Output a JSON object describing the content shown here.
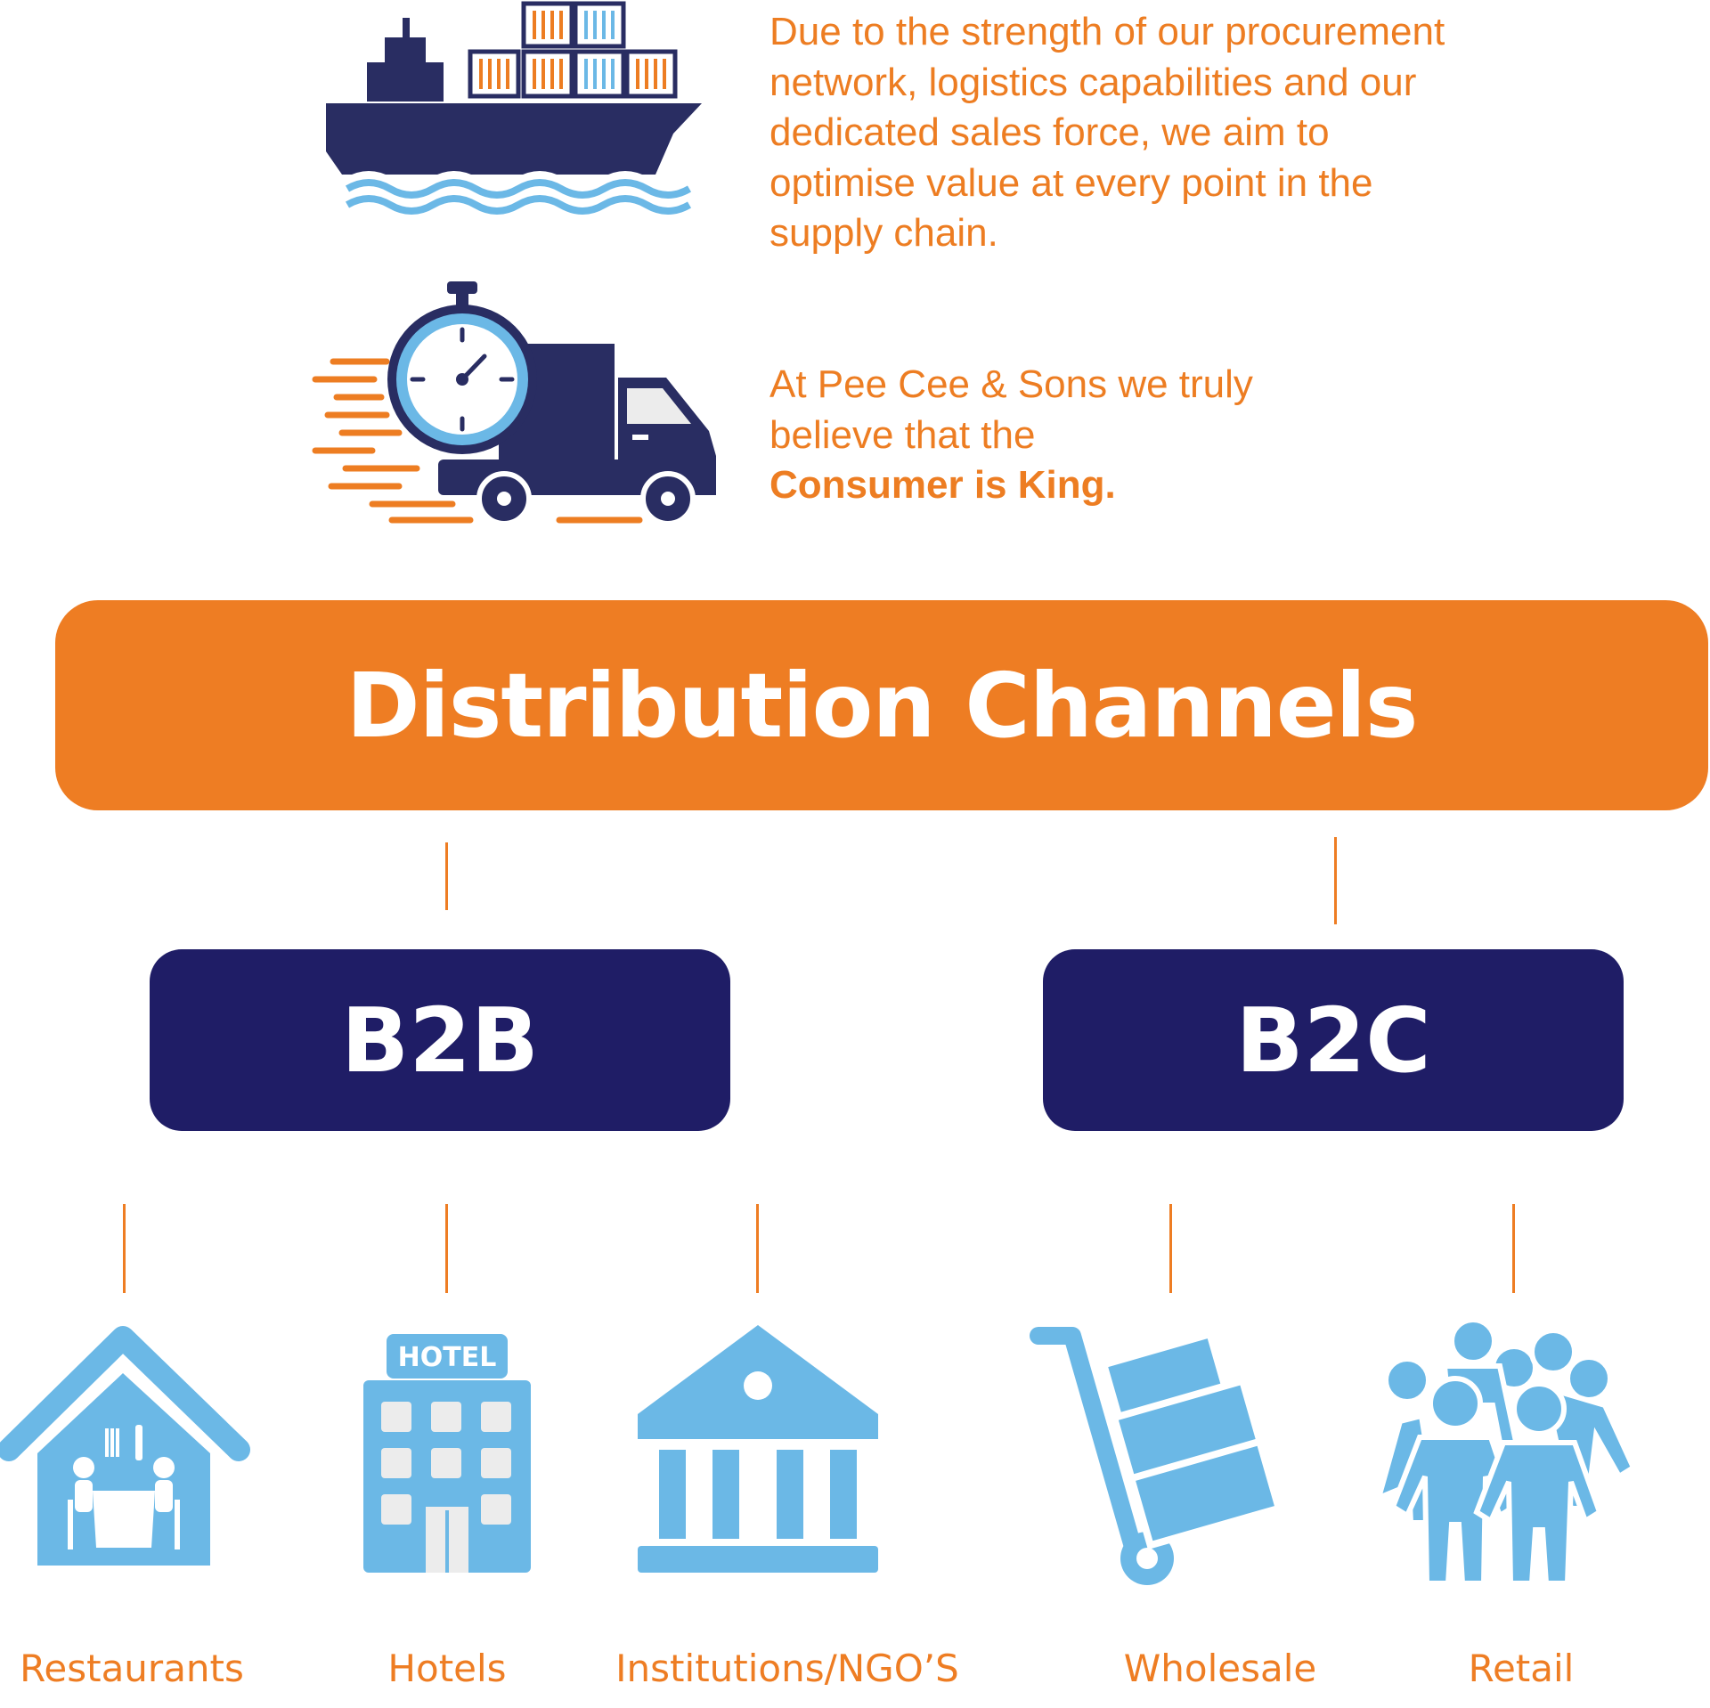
{
  "intro": {
    "paragraph1": "Due to the strength of our procurement network, logistics capabilities and our dedicated sales force, we aim to optimise value at every point in the supply chain.",
    "paragraph2_lines": [
      "At Pee Cee & Sons we truly",
      "believe that the"
    ],
    "paragraph2_emphasis": "Consumer is King."
  },
  "diagram": {
    "root": "Distribution Channels",
    "branches": [
      {
        "label": "B2B",
        "children": [
          {
            "label": "Restaurants",
            "icon": "restaurant-house-icon"
          },
          {
            "label": "Hotels",
            "icon": "hotel-building-icon",
            "sign": "HOTEL"
          },
          {
            "label": "Institutions/NGO’S",
            "icon": "institution-building-icon"
          }
        ]
      },
      {
        "label": "B2C",
        "children": [
          {
            "label": "Wholesale",
            "icon": "hand-truck-icon"
          },
          {
            "label": "Retail",
            "icon": "crowd-people-icon"
          }
        ]
      }
    ]
  },
  "illustrations": [
    "cargo-ship-icon",
    "delivery-truck-clock-icon"
  ],
  "colors": {
    "orange": "#ee7d23",
    "navy": "#1f1d66",
    "ship_navy": "#292d62",
    "light_blue": "#6bb8e6"
  }
}
